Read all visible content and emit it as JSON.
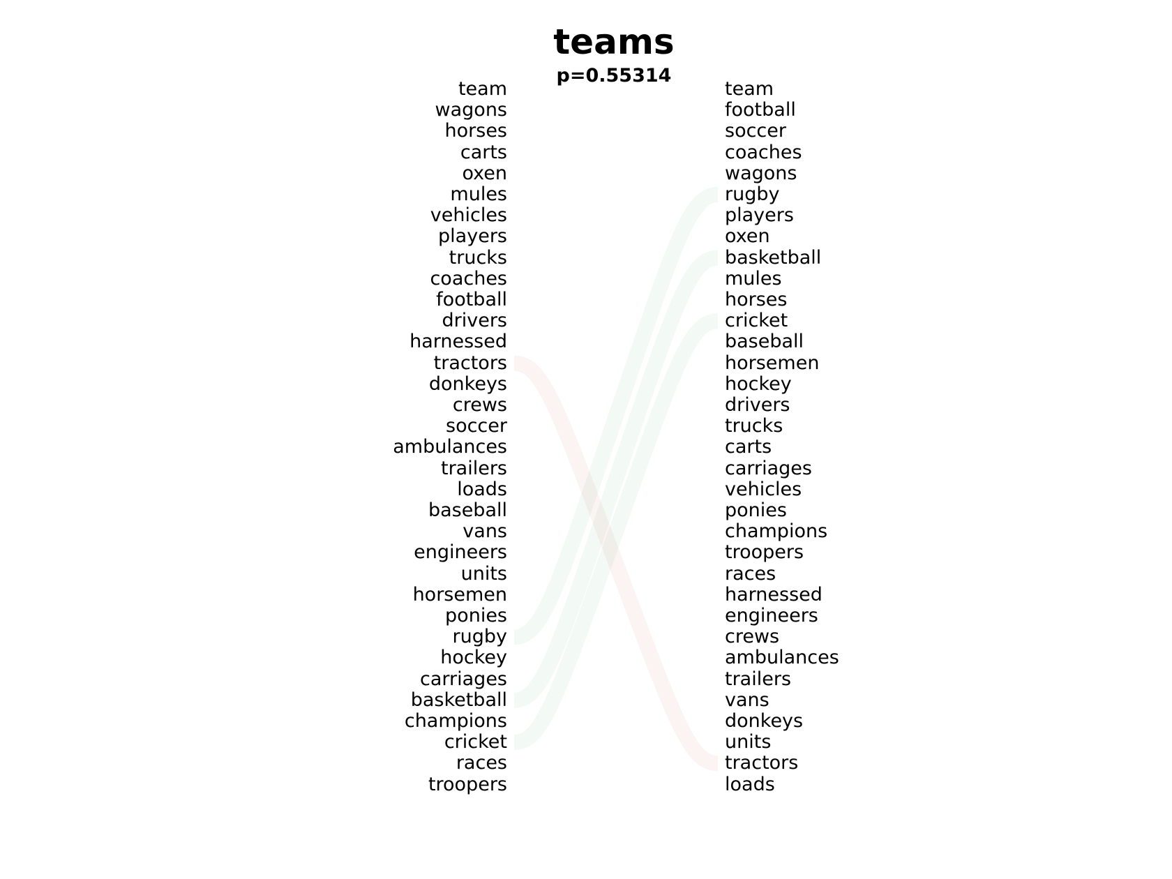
{
  "title": "teams",
  "subtitle": "p=0.55314",
  "left_words": [
    "team",
    "wagons",
    "horses",
    "carts",
    "oxen",
    "mules",
    "vehicles",
    "players",
    "trucks",
    "coaches",
    "football",
    "drivers",
    "harnessed",
    "tractors",
    "donkeys",
    "crews",
    "soccer",
    "ambulances",
    "trailers",
    "loads",
    "baseball",
    "vans",
    "engineers",
    "units",
    "horsemen",
    "ponies",
    "rugby",
    "hockey",
    "carriages",
    "basketball",
    "champions",
    "cricket",
    "races",
    "troopers"
  ],
  "right_words": [
    "team",
    "football",
    "soccer",
    "coaches",
    "wagons",
    "rugby",
    "players",
    "oxen",
    "basketball",
    "mules",
    "horses",
    "cricket",
    "baseball",
    "horsemen",
    "hockey",
    "drivers",
    "trucks",
    "carts",
    "carriages",
    "vehicles",
    "ponies",
    "champions",
    "troopers",
    "races",
    "harnessed",
    "engineers",
    "crews",
    "ambulances",
    "trailers",
    "vans",
    "donkeys",
    "units",
    "tractors",
    "loads"
  ],
  "highlighted_links": [
    {
      "word": "tractors",
      "color": "#e8a0a0"
    },
    {
      "word": "rugby",
      "color": "#a0d0a8"
    },
    {
      "word": "basketball",
      "color": "#a0d0a8"
    },
    {
      "word": "cricket",
      "color": "#a0d0a8"
    }
  ]
}
